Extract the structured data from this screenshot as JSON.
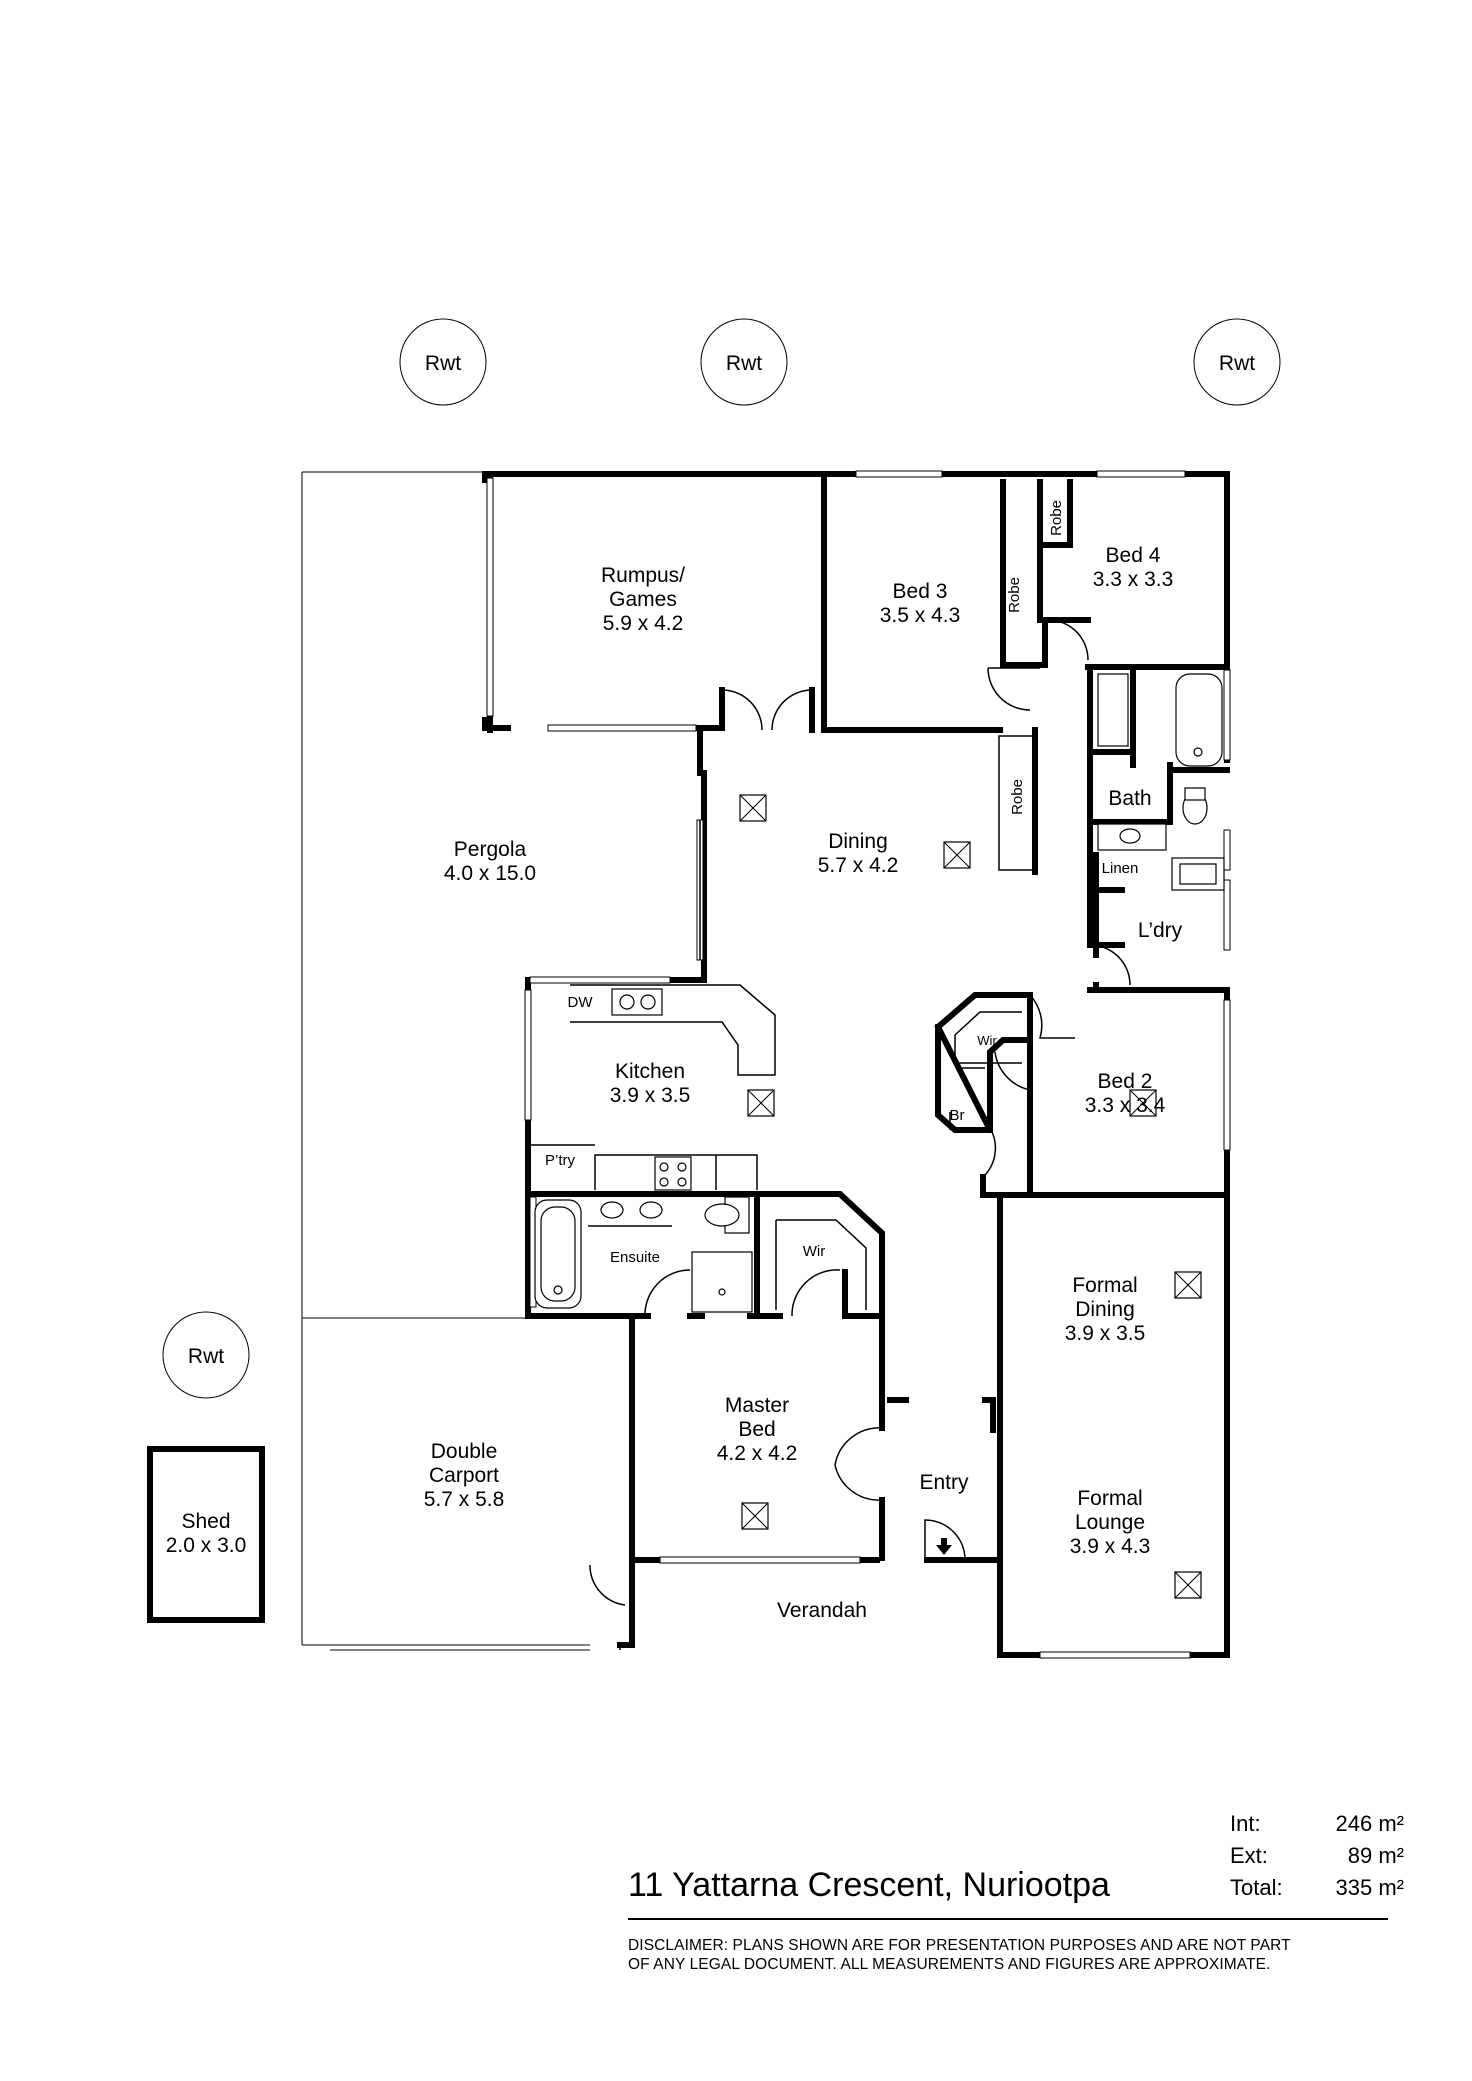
{
  "rwt_label": "Rwt",
  "rooms": {
    "rumpus": {
      "name1": "Rumpus/",
      "name2": "Games",
      "size": "5.9 x 4.2"
    },
    "bed3": {
      "name": "Bed 3",
      "size": "3.5 x 4.3"
    },
    "bed4": {
      "name": "Bed 4",
      "size": "3.3 x 3.3"
    },
    "dining": {
      "name": "Dining",
      "size": "5.7 x 4.2"
    },
    "pergola": {
      "name": "Pergola",
      "size": "4.0 x 15.0"
    },
    "bath": {
      "name": "Bath"
    },
    "linen": {
      "name": "Linen"
    },
    "laundry": {
      "name": "L’dry"
    },
    "kitchen": {
      "name": "Kitchen",
      "size": "3.9 x 3.5"
    },
    "dw": {
      "name": "DW"
    },
    "pantry": {
      "name": "P’try"
    },
    "wir_bed2": {
      "name": "Wir"
    },
    "br": {
      "name": "Br"
    },
    "bed2": {
      "name": "Bed 2",
      "size": "3.3 x 3.4"
    },
    "ensuite": {
      "name": "Ensuite"
    },
    "wir_master": {
      "name": "Wir"
    },
    "formal_dining": {
      "name1": "Formal",
      "name2": "Dining",
      "size": "3.9 x 3.5"
    },
    "master": {
      "name1": "Master",
      "name2": "Bed",
      "size": "4.2 x 4.2"
    },
    "carport": {
      "name1": "Double",
      "name2": "Carport",
      "size": "5.7 x 5.8"
    },
    "entry": {
      "name": "Entry"
    },
    "formal_lounge": {
      "name1": "Formal",
      "name2": "Lounge",
      "size": "3.9 x 4.3"
    },
    "shed": {
      "name": "Shed",
      "size": "2.0 x 3.0"
    },
    "verandah": {
      "name": "Verandah"
    },
    "robe": {
      "name": "Robe"
    }
  },
  "address": "11 Yattarna Crescent, Nuriootpa",
  "areas": [
    {
      "label": "Int:",
      "value": "246 m²"
    },
    {
      "label": "Ext:",
      "value": "89 m²"
    },
    {
      "label": "Total:",
      "value": "335 m²"
    }
  ],
  "disclaimer_line1": "DISCLAIMER:  PLANS SHOWN ARE FOR PRESENTATION PURPOSES AND ARE NOT PART",
  "disclaimer_line2": "OF ANY LEGAL DOCUMENT. ALL MEASUREMENTS AND FIGURES ARE APPROXIMATE."
}
